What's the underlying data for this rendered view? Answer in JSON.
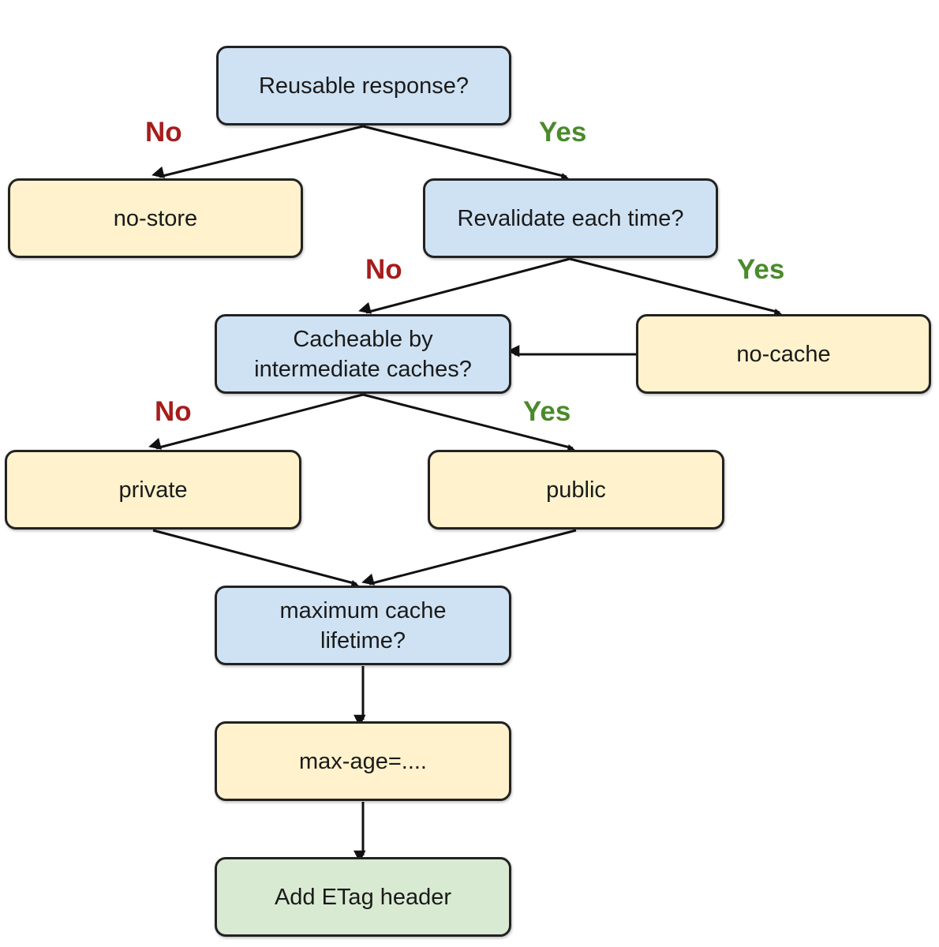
{
  "nodes": {
    "reusable": "Reusable response?",
    "no_store": "no-store",
    "revalidate": "Revalidate each time?",
    "cacheable": "Cacheable by\nintermediate caches?",
    "no_cache": "no-cache",
    "private": "private",
    "public": "public",
    "max_lifetime": "maximum cache\nlifetime?",
    "max_age": "max-age=....",
    "etag": "Add ETag header"
  },
  "branches": {
    "reusable_no": "No",
    "reusable_yes": "Yes",
    "revalidate_no": "No",
    "revalidate_yes": "Yes",
    "cacheable_no": "No",
    "cacheable_yes": "Yes"
  },
  "colors": {
    "decision": "#cfe2f3",
    "outcome": "#fff2cc",
    "final": "#d9ead3",
    "no": "#a61c1c",
    "yes": "#4a8a2a",
    "line": "#111111"
  }
}
